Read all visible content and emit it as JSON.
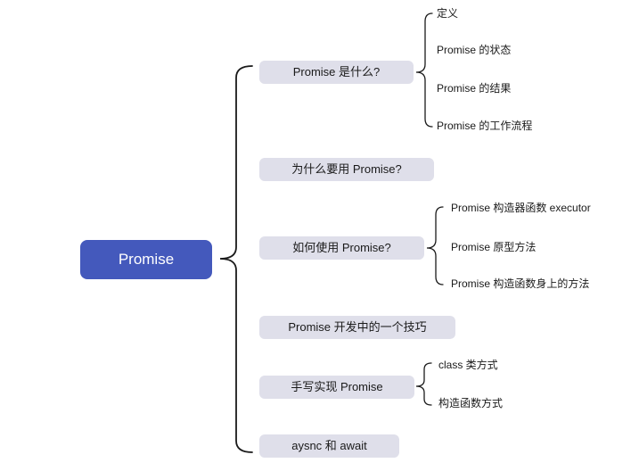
{
  "root": {
    "label": "Promise"
  },
  "branches": [
    {
      "label": "Promise 是什么?",
      "children": [
        "定义",
        "Promise 的状态",
        "Promise 的结果",
        "Promise 的工作流程"
      ]
    },
    {
      "label": "为什么要用 Promise?",
      "children": []
    },
    {
      "label": "如何使用 Promise?",
      "children": [
        "Promise 构造器函数 executor",
        "Promise 原型方法",
        "Promise 构造函数身上的方法"
      ]
    },
    {
      "label": "Promise 开发中的一个技巧",
      "children": []
    },
    {
      "label": "手写实现 Promise",
      "children": [
        "class 类方式",
        "构造函数方式"
      ]
    },
    {
      "label": "aysnc 和 await",
      "children": []
    }
  ],
  "colors": {
    "canvas_bg": "#ffffff",
    "root_bg": "#4459bc",
    "root_text": "#ffffff",
    "branch_bg": "#dfdfea",
    "branch_text": "#1a1a1a",
    "leaf_text": "#1a1a1a",
    "connector": "#1a1a1a"
  }
}
